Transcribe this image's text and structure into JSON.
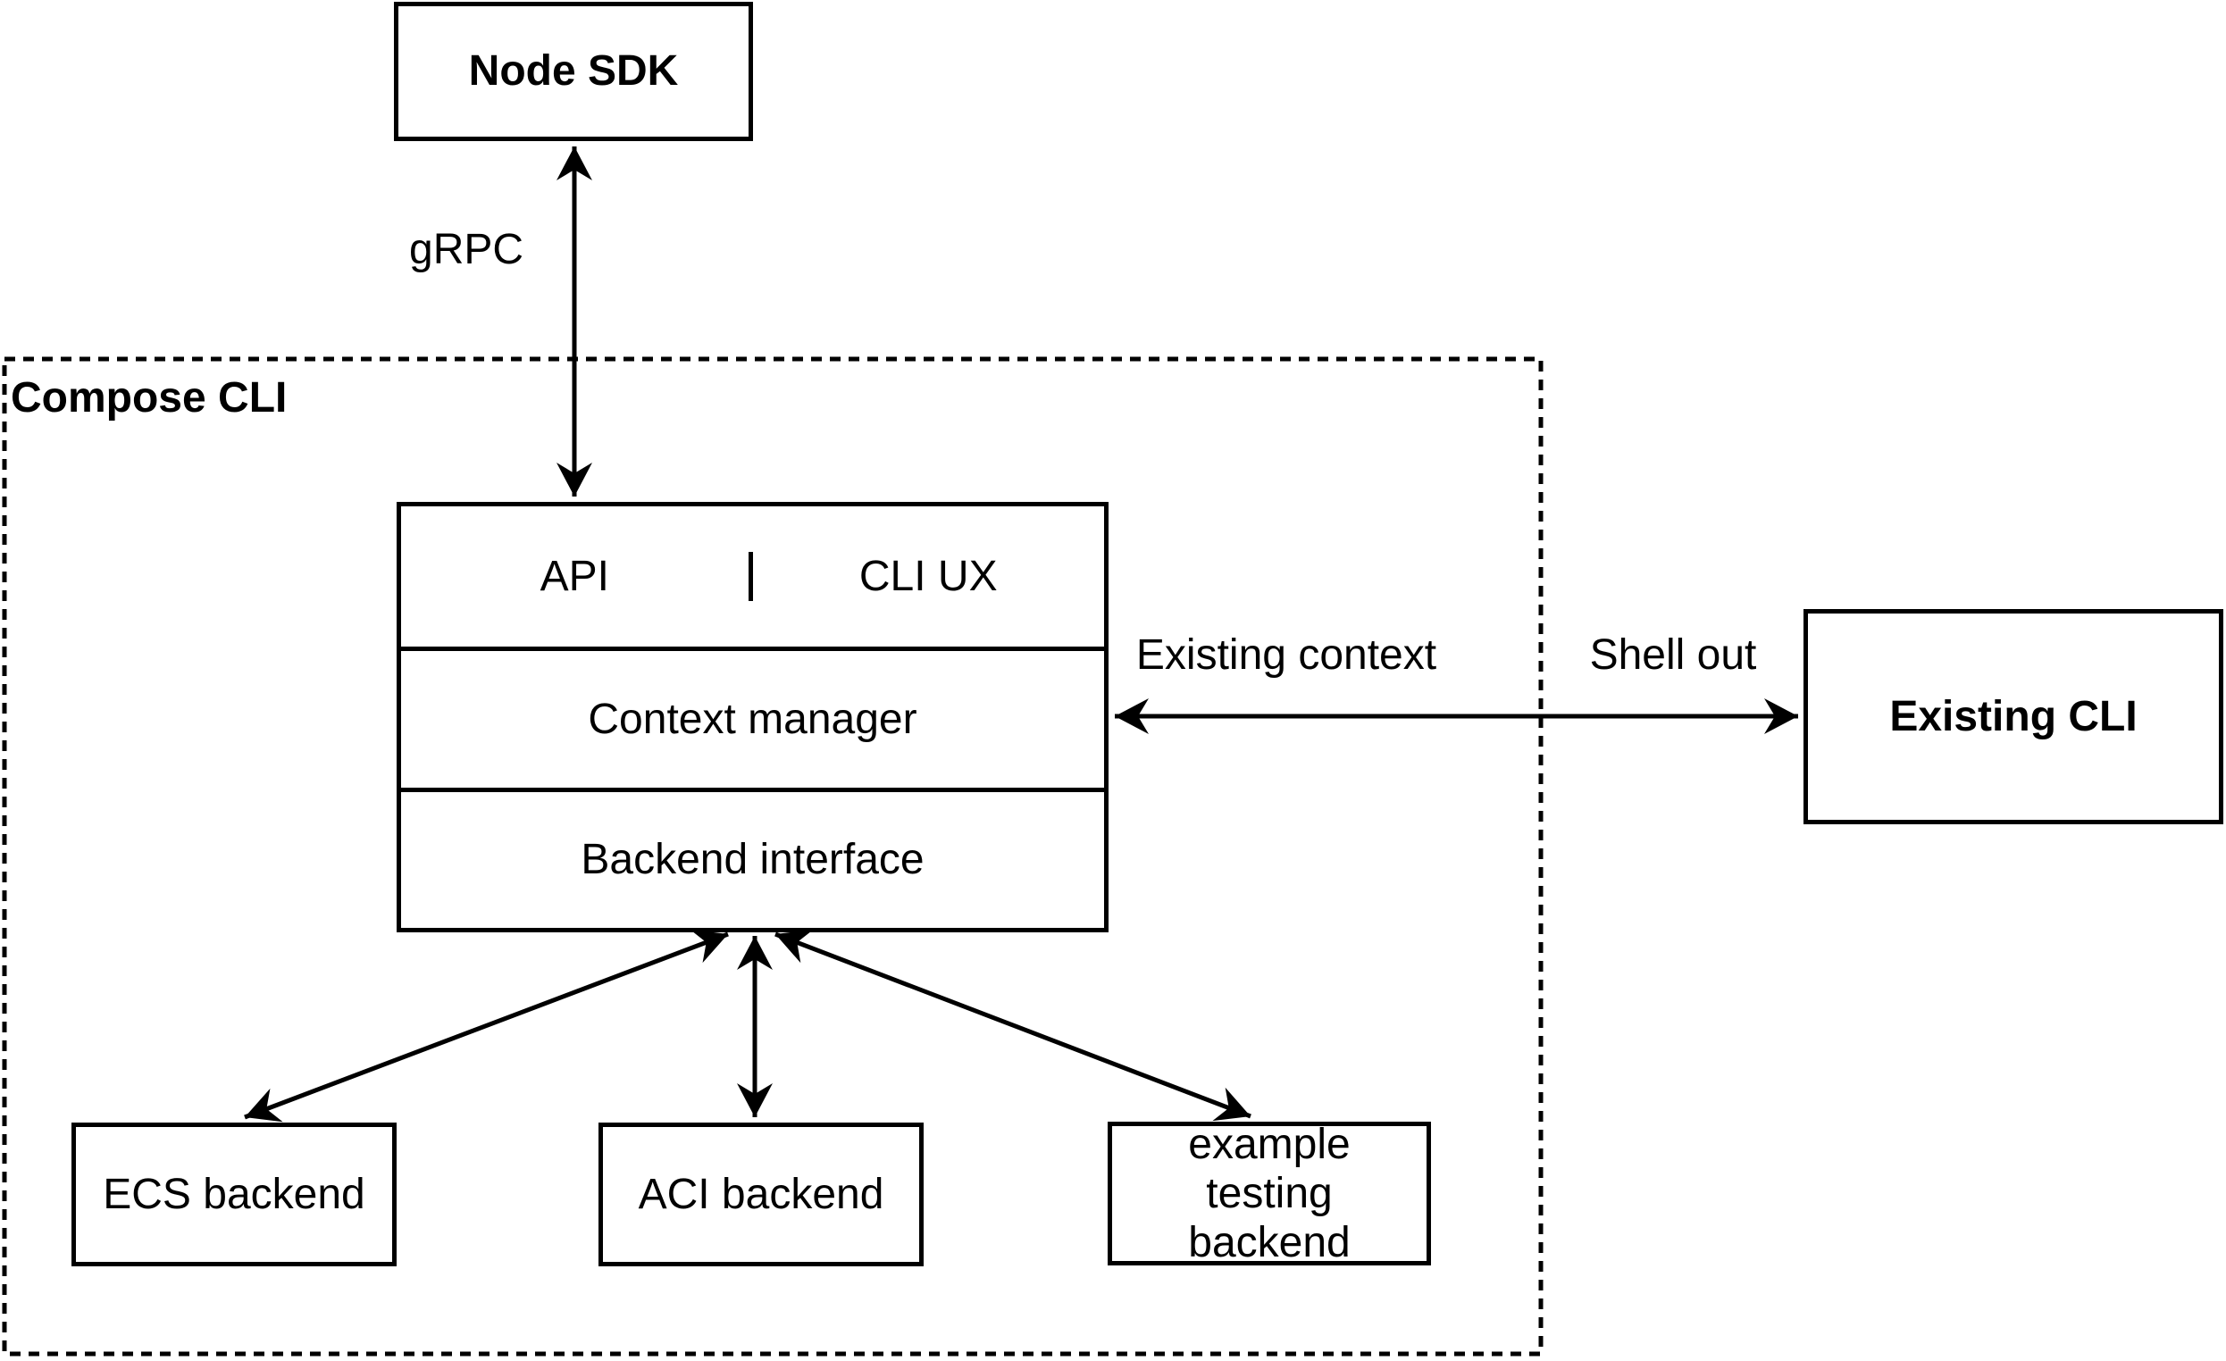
{
  "nodes": {
    "node_sdk": "Node SDK",
    "compose_cli_group": "Compose CLI",
    "api": "API",
    "cli_ux": "CLI UX",
    "context_manager": "Context manager",
    "backend_interface": "Backend interface",
    "existing_cli": "Existing CLI",
    "ecs_backend": "ECS backend",
    "aci_backend": "ACI backend",
    "example_testing_backend": "example testing backend"
  },
  "edges": {
    "grpc": "gRPC",
    "existing_context": "Existing context",
    "shell_out": "Shell out"
  },
  "colors": {
    "stroke": "#000000",
    "background": "#ffffff"
  }
}
